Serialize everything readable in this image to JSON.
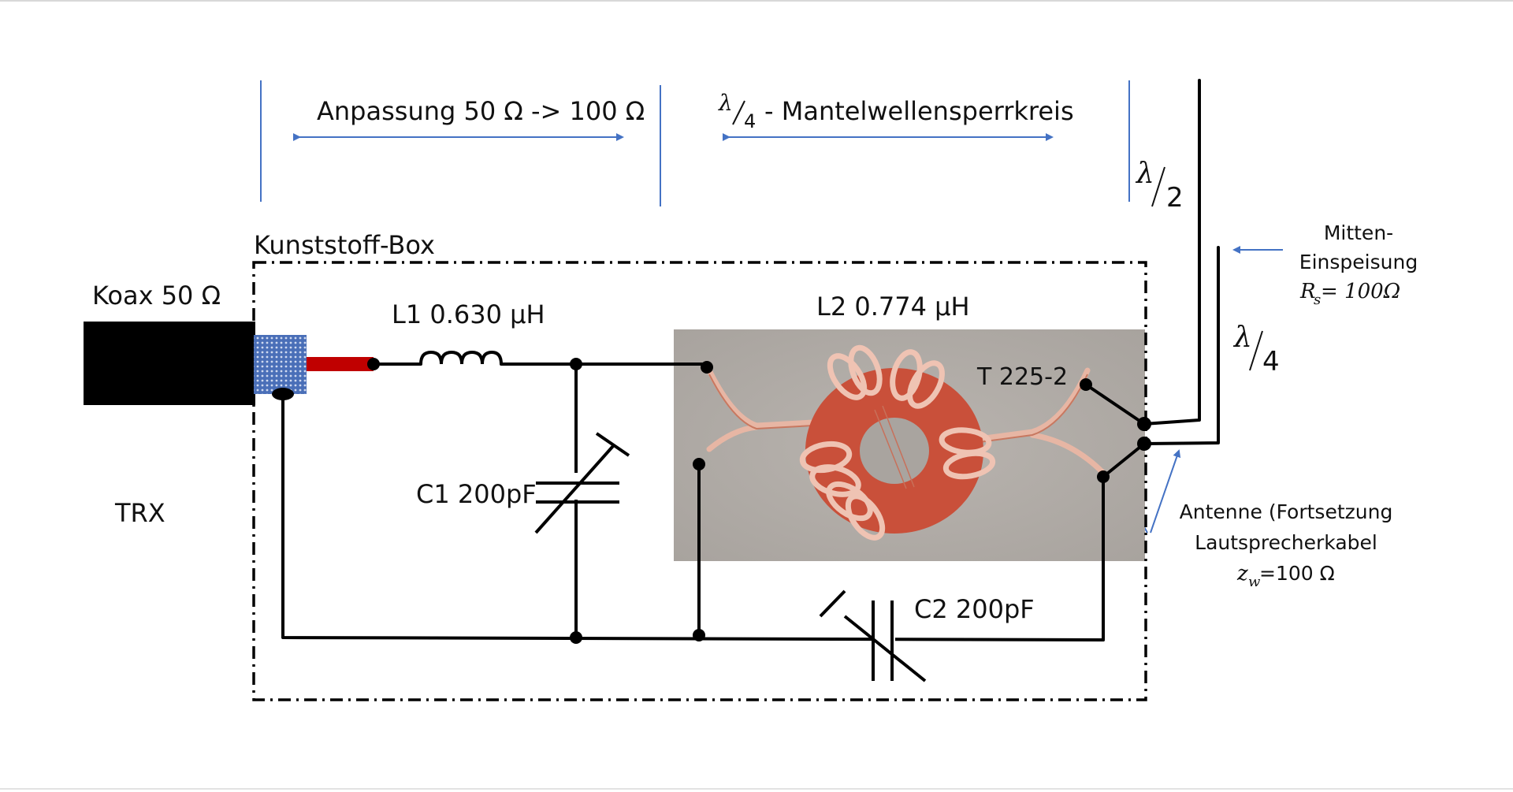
{
  "labels": {
    "anpassung": "Anpassung 50 Ω -> 100 Ω",
    "mantel_lambda": "λ",
    "mantel_denominator": "4",
    "mantel_text": "- Mantelwellensperrkreis",
    "box": "Kunststoff-Box",
    "koax": "Koax 50 Ω",
    "trx": "TRX",
    "l1": "L1 0.630 µH",
    "l2": "L2 0.774 µH",
    "c1": "C1 200pF",
    "c2": "C2 200pF",
    "core": "T 225-2",
    "half_lambda": "λ",
    "half_denominator": "2",
    "quarter_lambda": "λ",
    "quarter_denominator": "4",
    "feed_line1": "Mitten-",
    "feed_line2": "Einspeisung",
    "feed_rs": "R",
    "feed_rs_sub": "s",
    "feed_rs_value": " = 100Ω",
    "antenna_line1": "Antenne (Fortsetzung",
    "antenna_line2": "Lautsprecherkabel",
    "antenna_z": "z",
    "antenna_z_sub": "w",
    "antenna_z_value": " =100 Ω"
  },
  "colors": {
    "wire": "#000000",
    "arrow": "#4472c4",
    "divider": "#4472c4",
    "coax_center": "#c00000",
    "shield": "#4a6fb8",
    "photo_bg": "#b5b1ad",
    "toroid": "#c8503a",
    "winding": "#e8b8a8"
  }
}
